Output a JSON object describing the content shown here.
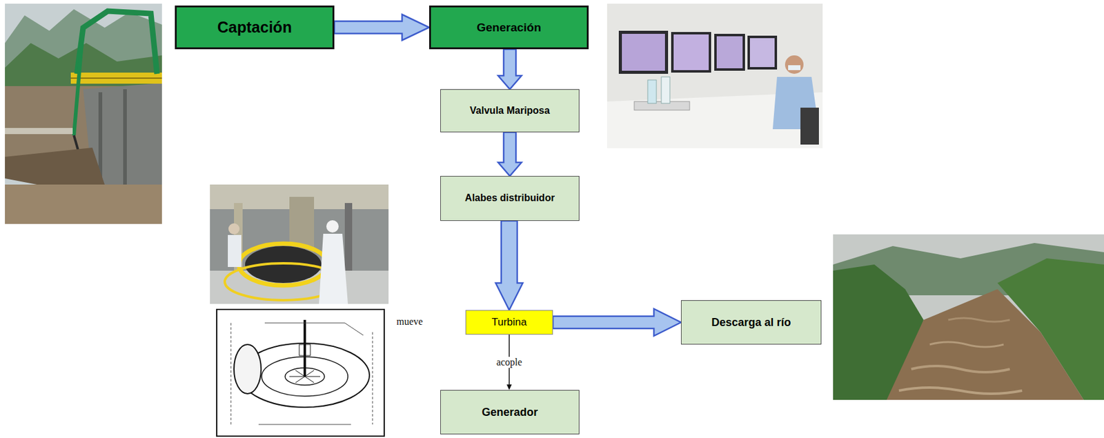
{
  "diagram": {
    "nodes": [
      {
        "text": [
          "Captación"
        ]
      },
      {
        "text": [
          "Generación"
        ]
      },
      {
        "text": [
          "Valvula Mariposa"
        ]
      },
      {
        "text": [
          "Alabes distribuidor"
        ]
      },
      {
        "text": [
          "Turbina"
        ]
      },
      {
        "text": [
          "Descarga al río"
        ]
      },
      {
        "text": [
          "Generador"
        ]
      }
    ],
    "edges": [
      {
        "from": 0,
        "to": 1,
        "arrow": "to"
      },
      {
        "from": 1,
        "to": 2,
        "arrow": "to"
      },
      {
        "from": 2,
        "to": 3,
        "arrow": "to"
      },
      {
        "from": 3,
        "to": 4,
        "arrow": "to"
      },
      {
        "from": 4,
        "to": 5,
        "arrow": "to"
      },
      {
        "from": 4,
        "to": 6,
        "label": "acople",
        "arrow": "to"
      }
    ],
    "labels": [
      "mueve"
    ]
  }
}
